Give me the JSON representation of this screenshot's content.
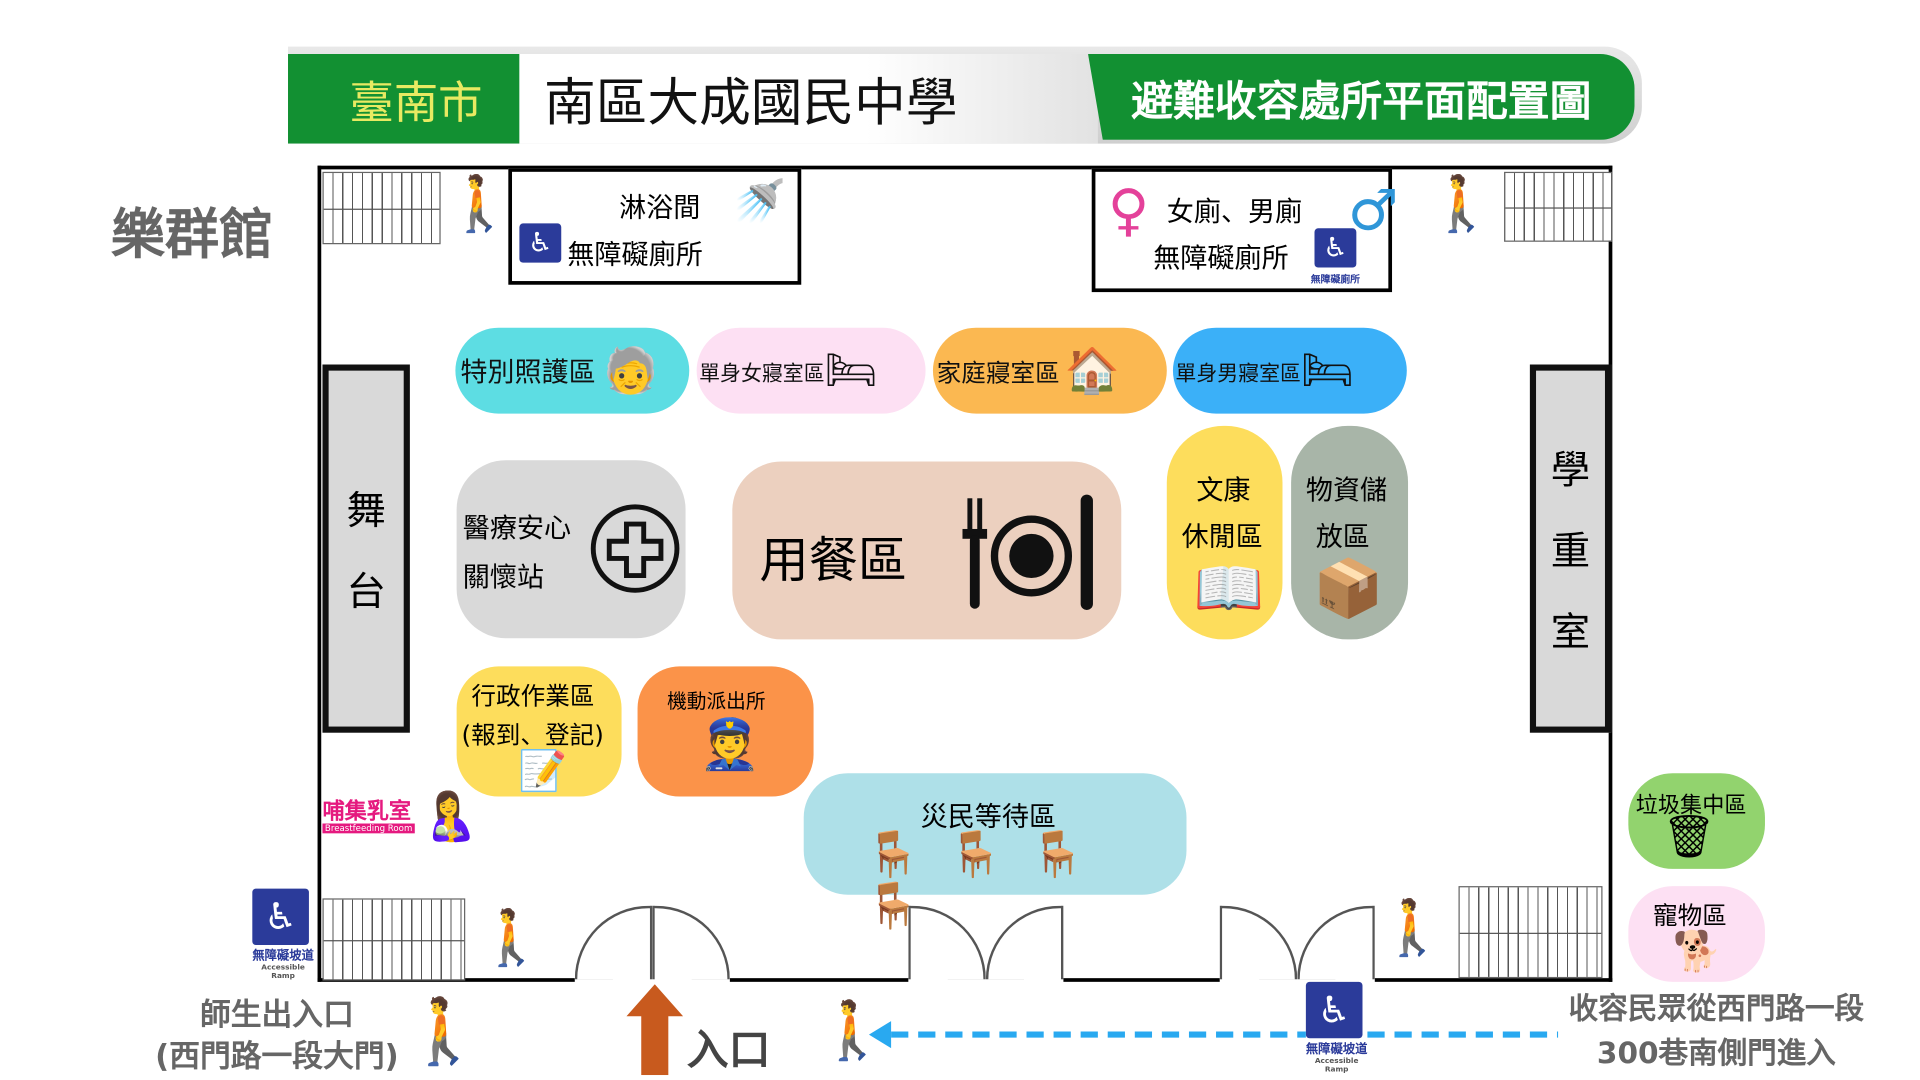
{
  "header": {
    "city": "臺南市",
    "school": "南區大成國民中學",
    "title": "避難收容處所平面配置圖"
  },
  "building_name": "樂群館",
  "rooms": {
    "shower": "淋浴間",
    "accessible_toilet_left": "無障礙廁所",
    "toilets": "女廁、男廁",
    "accessible_toilet_right": "無障礙廁所",
    "accessible_toilet_sign": "無障礙廁所"
  },
  "zones": {
    "special_care": "特別照護區",
    "single_female": "單身女寢室區",
    "family": "家庭寢室區",
    "single_male": "單身男寢室區",
    "stage": [
      "舞",
      "台"
    ],
    "right_room": [
      "學",
      "重",
      "室"
    ],
    "medical": [
      "醫療安心",
      "關懷站"
    ],
    "dining": "用餐區",
    "recreation": [
      "文康",
      "休閒區"
    ],
    "supplies": [
      "物資儲",
      "放區"
    ],
    "admin": [
      "行政作業區",
      "(報到、登記)"
    ],
    "police": "機動派出所",
    "waiting": "災民等待區",
    "breastfeeding": "哺集乳室",
    "breastfeeding_en": "Breastfeeding Room",
    "garbage": "垃圾集中區",
    "pets": "寵物區"
  },
  "signs": {
    "ramp": "無障礙坡道",
    "ramp_en": "Accessible Ramp"
  },
  "entrances": {
    "staff": [
      "師生出入口",
      "(西門路一段大門)"
    ],
    "main": "入口",
    "evacuee": [
      "收容民眾從西門路一段",
      "300巷南側門進入"
    ]
  },
  "colors": {
    "green": "#129032",
    "cyan": "#5ddde3",
    "pink": "#fde0f3",
    "orange": "#fbb851",
    "blue": "#3bb0f8",
    "arrow": "#29a9f0",
    "brown": "#c85a1e"
  }
}
